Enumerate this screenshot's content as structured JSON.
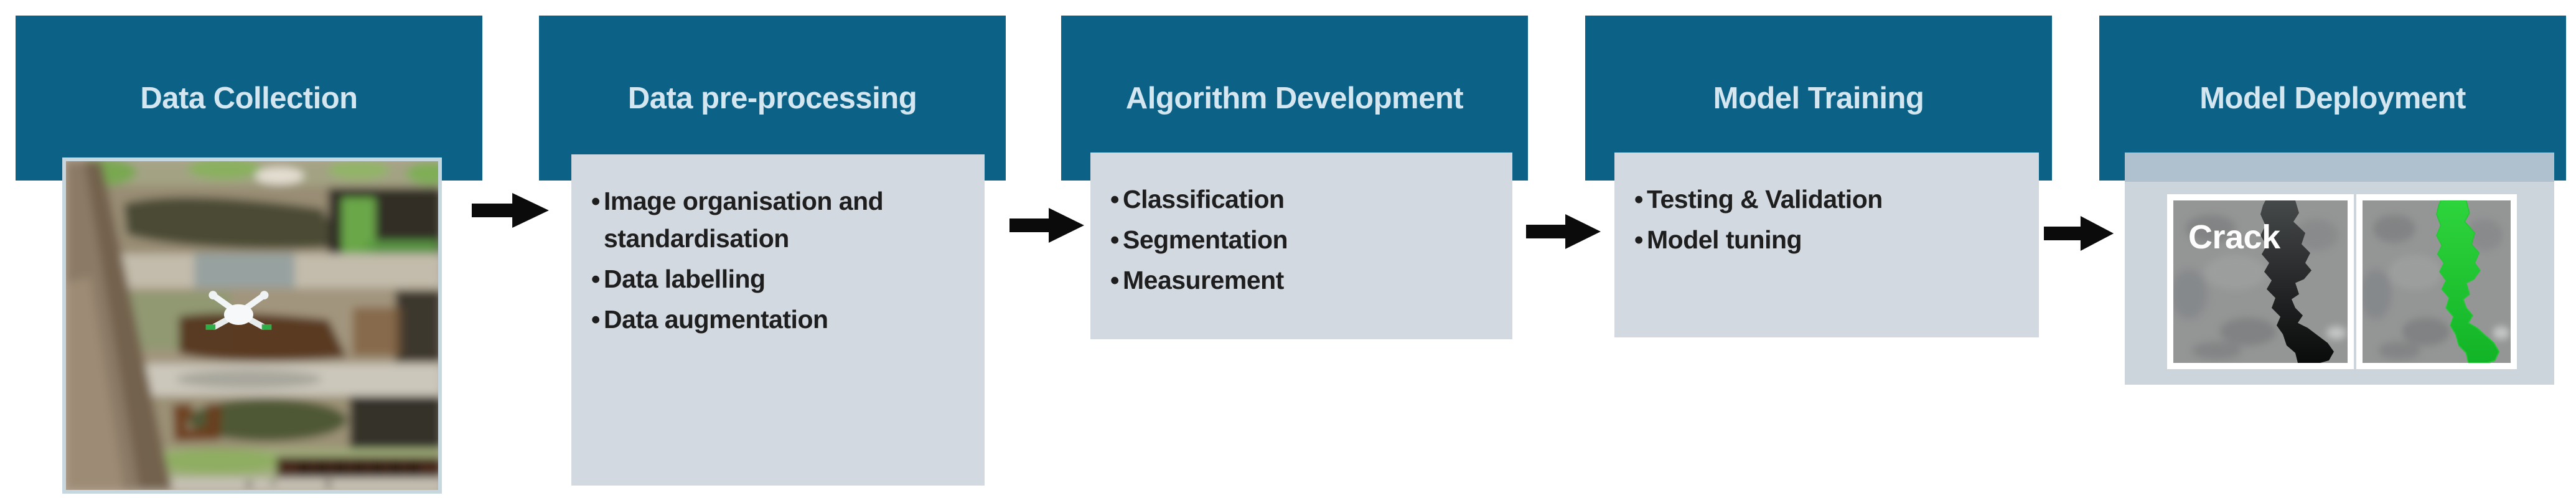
{
  "stages": [
    {
      "title": "Data Collection"
    },
    {
      "title": "Data pre-processing",
      "bullets": [
        "Image organisation and standardisation",
        "Data labelling",
        "Data augmentation"
      ]
    },
    {
      "title": "Algorithm Development",
      "bullets": [
        "Classification",
        "Segmentation",
        "Measurement"
      ]
    },
    {
      "title": "Model Training",
      "bullets": [
        "Testing & Validation",
        "Model tuning"
      ]
    },
    {
      "title": "Model Deployment",
      "photo_overlay_label": "Crack"
    }
  ],
  "icons": {
    "flow_arrow": "right-arrow"
  },
  "colors": {
    "teal": "#0b6186",
    "header_text": "#d4e6ef",
    "body_text": "#1e1e1e",
    "panel_gray": "#d3d9e0",
    "panel_gray_light": "#cdd5dc",
    "panel_strip": "#afc1cf",
    "arrow": "#0b0b0b",
    "crack_green": "#23c734",
    "photo_border": "#c7d7df",
    "frame_white": "#ffffff",
    "background": "#ffffff"
  }
}
